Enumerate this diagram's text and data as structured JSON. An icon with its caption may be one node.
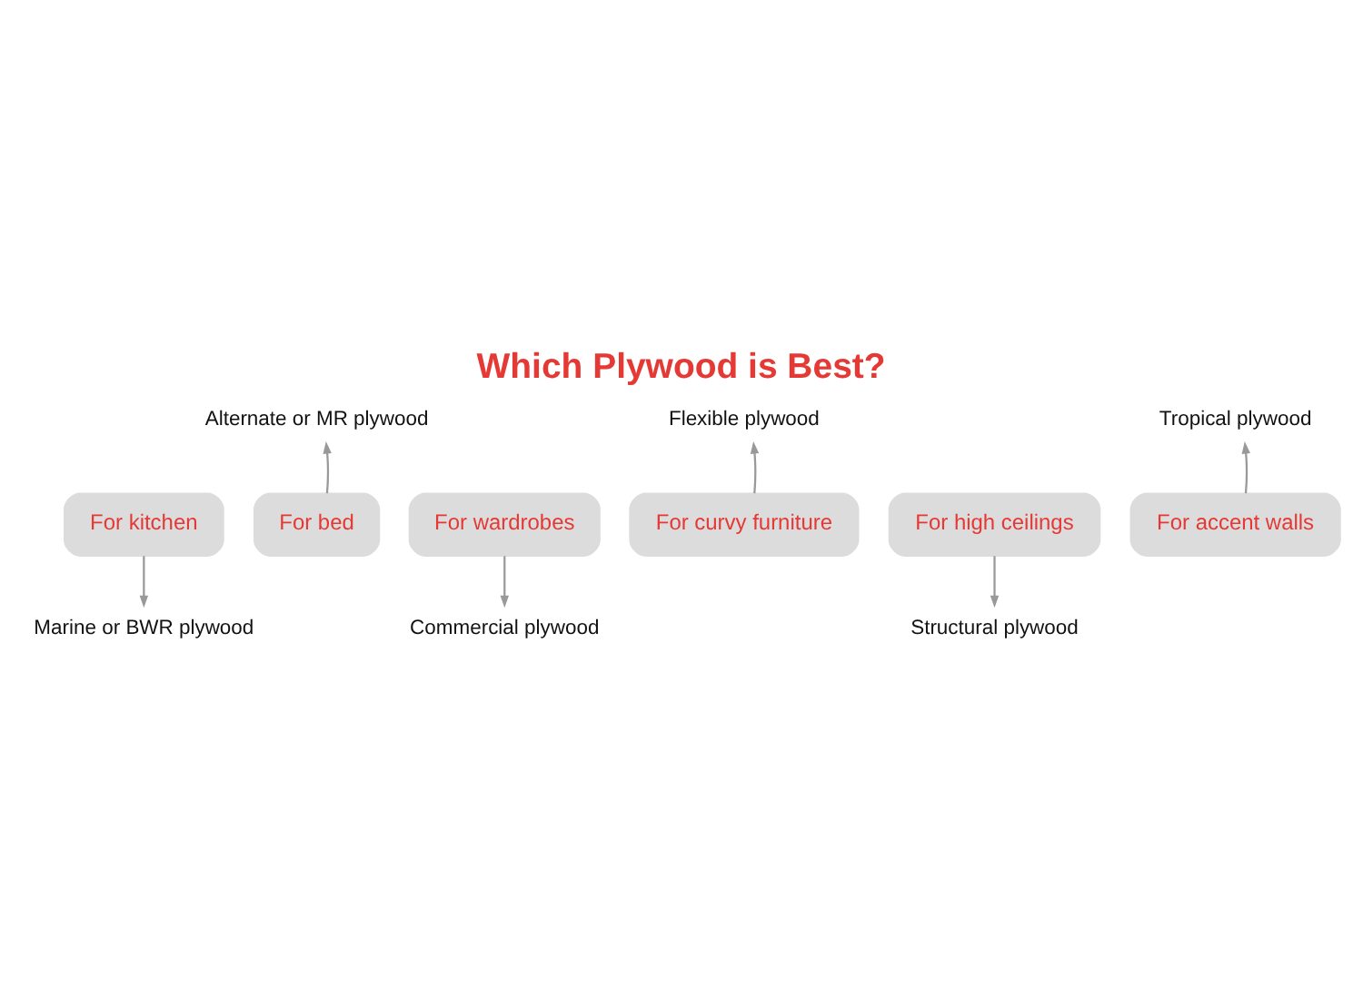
{
  "diagram": {
    "title": "Which Plywood is Best?",
    "nodes": [
      {
        "text": [
          "For kitchen"
        ]
      },
      {
        "text": [
          "Marine or BWR plywood"
        ]
      },
      {
        "text": [
          "For bed"
        ]
      },
      {
        "text": [
          "Alternate or MR plywood"
        ]
      },
      {
        "text": [
          "For wardrobes"
        ]
      },
      {
        "text": [
          "Commercial plywood"
        ]
      },
      {
        "text": [
          "For curvy furniture"
        ]
      },
      {
        "text": [
          "Flexible plywood"
        ]
      },
      {
        "text": [
          "For high ceilings"
        ]
      },
      {
        "text": [
          "Structural plywood"
        ]
      },
      {
        "text": [
          "For accent walls"
        ]
      },
      {
        "text": [
          "Tropical plywood"
        ]
      }
    ],
    "edges": [
      {
        "from": 0,
        "to": 1,
        "arrow": "to"
      },
      {
        "from": 2,
        "to": 3,
        "arrow": "to"
      },
      {
        "from": 4,
        "to": 5,
        "arrow": "to"
      },
      {
        "from": 6,
        "to": 7,
        "arrow": "to"
      },
      {
        "from": 8,
        "to": 9,
        "arrow": "to"
      },
      {
        "from": 10,
        "to": 11,
        "arrow": "to"
      }
    ]
  }
}
